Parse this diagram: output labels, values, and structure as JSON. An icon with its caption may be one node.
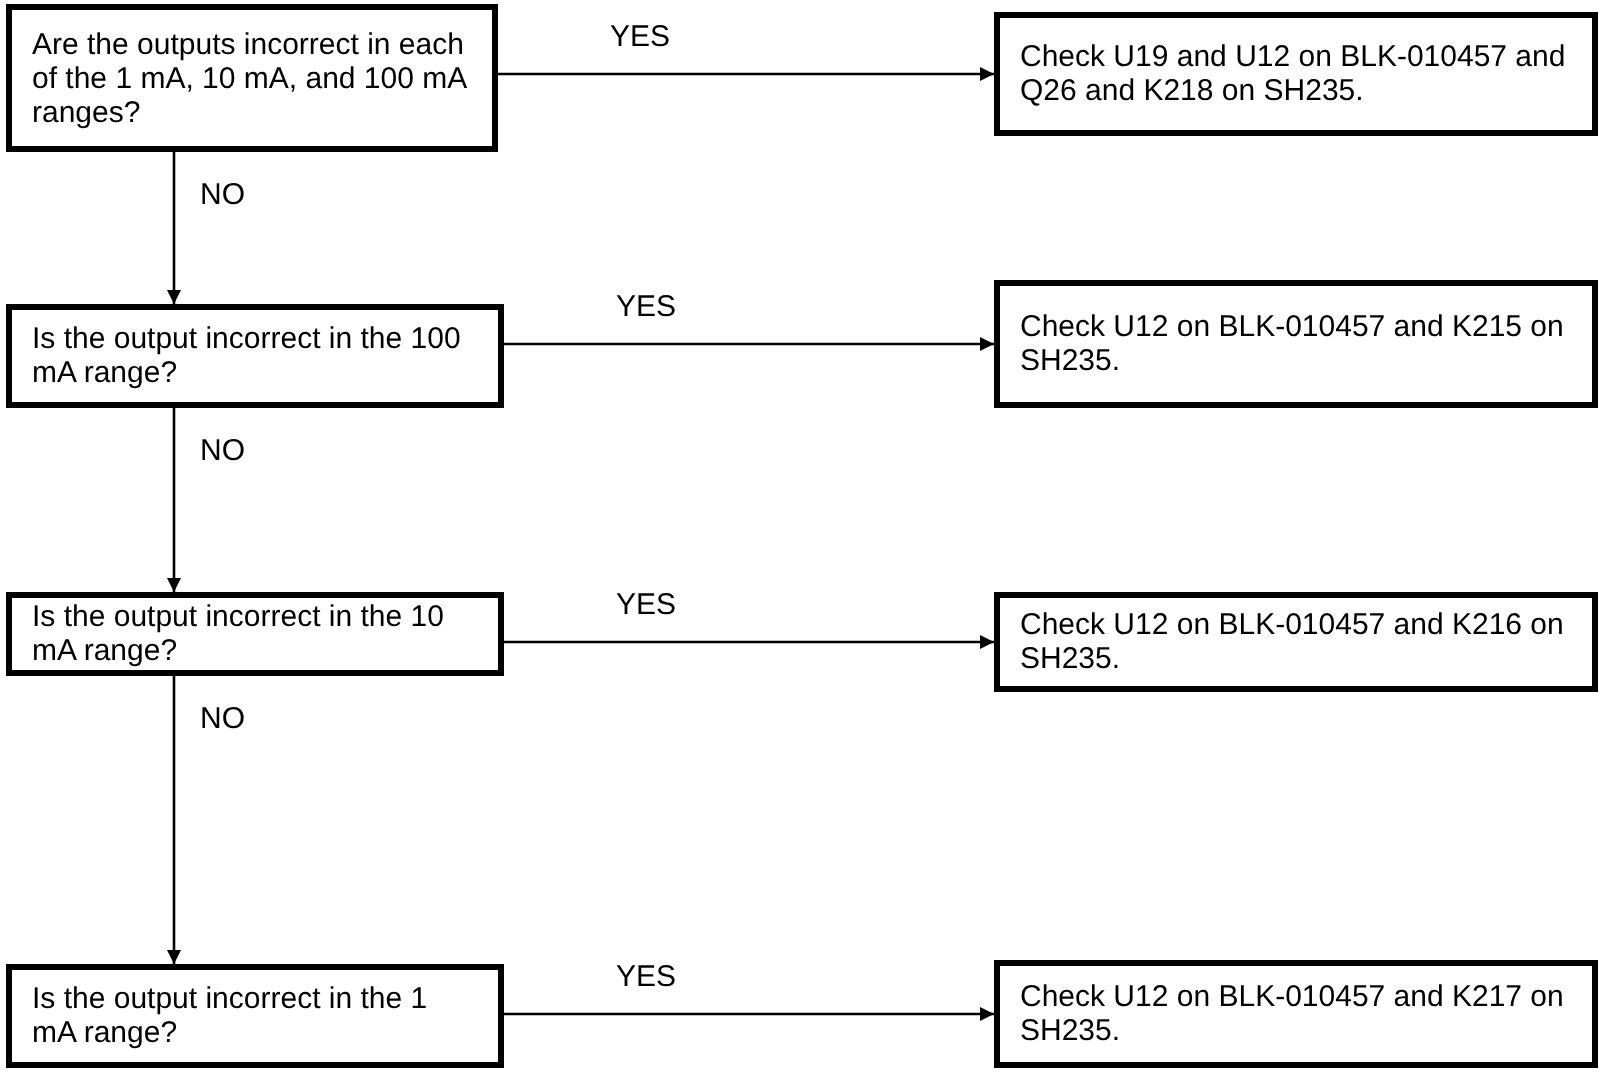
{
  "diagram": {
    "nodes": [
      {
        "text": [
          "Are the outputs incorrect in each of the 1 mA, 10 mA, and 100 mA ranges?"
        ]
      },
      {
        "text": [
          "Check U19 and U12 on BLK-010457 and Q26 and K218 on SH235."
        ]
      },
      {
        "text": [
          "Is the output incorrect in the 100 mA range?"
        ]
      },
      {
        "text": [
          "Check U12 on BLK-010457 and K215 on SH235."
        ]
      },
      {
        "text": [
          "Is the output incorrect in the 10 mA range?"
        ]
      },
      {
        "text": [
          "Check U12 on BLK-010457 and K216 on SH235."
        ]
      },
      {
        "text": [
          "Is the output incorrect in the 1 mA range?"
        ]
      },
      {
        "text": [
          "Check U12 on BLK-010457 and K217 on SH235."
        ]
      }
    ],
    "edges": [
      {
        "from": 0,
        "to": 1,
        "arrow": "to",
        "label": "YES"
      },
      {
        "from": 0,
        "to": 2,
        "arrow": "to",
        "label": "NO"
      },
      {
        "from": 2,
        "to": 3,
        "arrow": "to",
        "label": "YES"
      },
      {
        "from": 2,
        "to": 4,
        "arrow": "to",
        "label": "NO"
      },
      {
        "from": 4,
        "to": 5,
        "arrow": "to",
        "label": "YES"
      },
      {
        "from": 4,
        "to": 6,
        "arrow": "to",
        "label": "NO"
      },
      {
        "from": 6,
        "to": 7,
        "arrow": "to",
        "label": "YES"
      }
    ]
  }
}
